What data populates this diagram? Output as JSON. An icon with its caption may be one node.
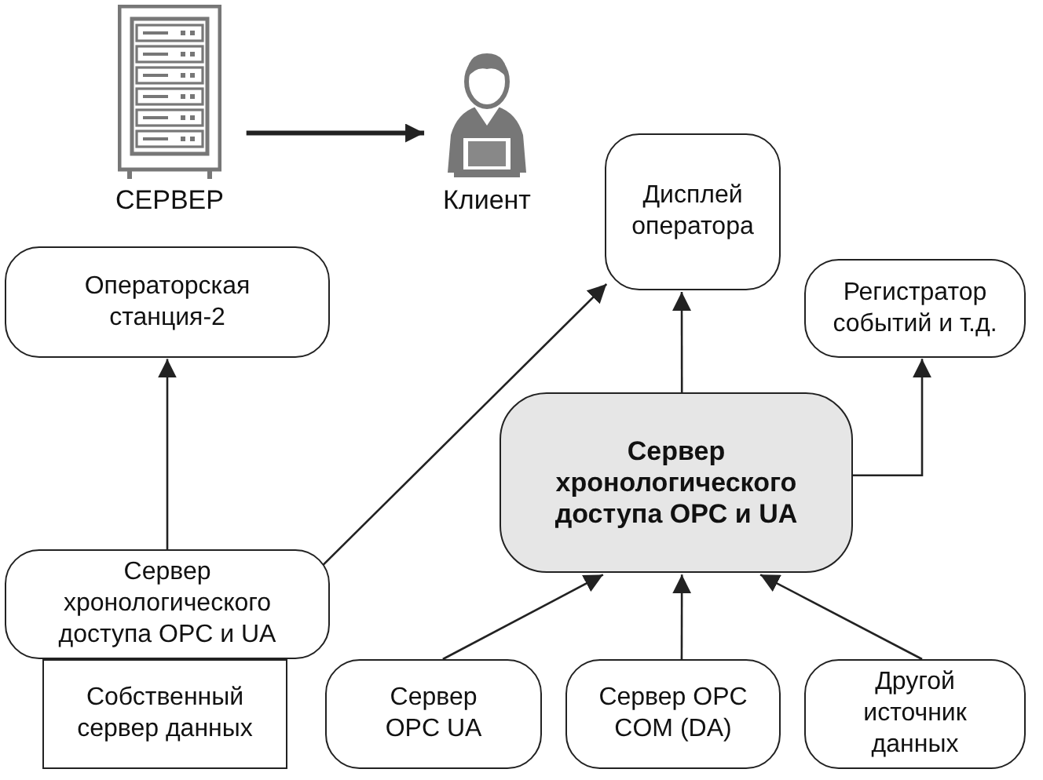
{
  "diagram": {
    "nodes": [
      {
        "text": [],
        "shape": "picture",
        "beside": [
          "СЕРВЕР"
        ]
      },
      {
        "text": [],
        "shape": "person",
        "beside": [
          "Клиент"
        ]
      },
      {
        "text": [
          "Дисплей оператора"
        ]
      },
      {
        "text": [
          "Операторская станция-2"
        ]
      },
      {
        "text": [
          "Регистратор событий и т.д."
        ]
      },
      {
        "text": [
          "Сервер хронологического доступа OPC и UA"
        ]
      },
      {
        "text": [
          "Сервер хронологического доступа OPC и UA"
        ]
      },
      {
        "text": [
          "Собственный сервер данных"
        ]
      },
      {
        "text": [
          "Сервер OPC UA"
        ]
      },
      {
        "text": [
          "Сервер OPC COM (DA)"
        ]
      },
      {
        "text": [
          "Другой источник данных"
        ]
      }
    ],
    "edges": [
      {
        "from": 0,
        "to": 1,
        "arrow": "to",
        "style": "thick"
      },
      {
        "from": 6,
        "to": 3,
        "arrow": "to"
      },
      {
        "from": 6,
        "to": 2,
        "arrow": "to"
      },
      {
        "from": 5,
        "to": 2,
        "arrow": "to"
      },
      {
        "from": 5,
        "to": 4,
        "arrow": "to"
      },
      {
        "from": 8,
        "to": 5,
        "arrow": "to"
      },
      {
        "from": 9,
        "to": 5,
        "arrow": "to"
      },
      {
        "from": 10,
        "to": 5,
        "arrow": "to"
      }
    ]
  }
}
